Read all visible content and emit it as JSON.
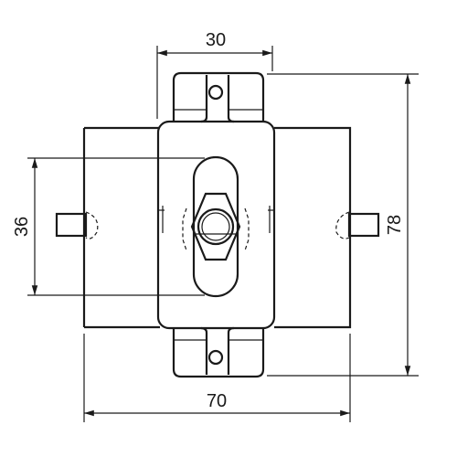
{
  "drawing": {
    "dimensions": {
      "top_width": "30",
      "bottom_width": "70",
      "left_height": "36",
      "right_height": "78"
    }
  }
}
